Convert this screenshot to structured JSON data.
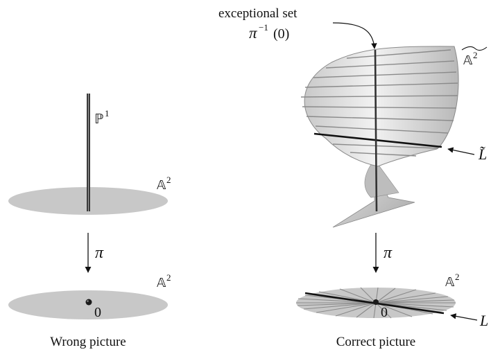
{
  "left_panel": {
    "fiber_label": "ℙ",
    "fiber_sup": "1",
    "plane_label": "𝔸",
    "plane_sup": "2",
    "map_label": "π",
    "base_label": "𝔸",
    "base_sup": "2",
    "origin_label": "0",
    "caption": "Wrong picture"
  },
  "right_panel": {
    "exceptional_label": "exceptional set",
    "preimage_label": "π",
    "preimage_sup": "−1",
    "preimage_arg": "(0)",
    "blowup_label": "𝔸",
    "blowup_sup": "2",
    "line_tilde_label": "L̃",
    "map_label": "π",
    "base_label": "𝔸",
    "base_sup": "2",
    "origin_label": "0",
    "line_label": "L",
    "caption": "Correct picture"
  },
  "colors": {
    "disk_fill": "#c8c8c8",
    "surface_light": "#efefef",
    "surface_mid": "#d0d0d0",
    "surface_dark": "#9a9a9a",
    "ruling": "#8a8a8a",
    "ink": "#111111"
  }
}
